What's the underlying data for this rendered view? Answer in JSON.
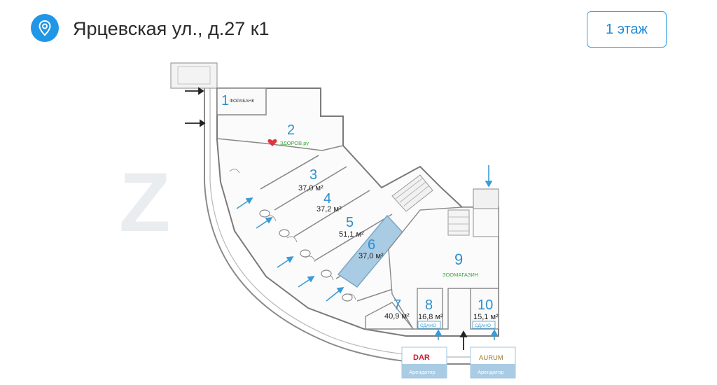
{
  "header": {
    "address": "Ярцевская ул., д.27 к1",
    "floor_button": "1 этаж",
    "pin_icon": "location-pin-icon"
  },
  "colors": {
    "accent": "#2196e6",
    "highlight_room": "#a9cbe3",
    "room_number": "#2c8fcf",
    "brand_green": "#3aa53a",
    "brand_red": "#e2343b"
  },
  "plan": {
    "rooms": [
      {
        "number": "1",
        "area": "",
        "tenant": "ФОРАБАНК"
      },
      {
        "number": "2",
        "area": "",
        "tenant": "ЗДОРОВ.ру"
      },
      {
        "number": "3",
        "area": "37,0 м²",
        "tenant": ""
      },
      {
        "number": "4",
        "area": "37,2 м²",
        "tenant": ""
      },
      {
        "number": "5",
        "area": "51,1 м²",
        "tenant": ""
      },
      {
        "number": "6",
        "area": "37,0 м²",
        "tenant": ""
      },
      {
        "number": "7",
        "area": "40,9 м²",
        "tenant": ""
      },
      {
        "number": "8",
        "area": "16,8 м²",
        "tenant": ""
      },
      {
        "number": "9",
        "area": "",
        "tenant": "ЗООМАГАЗИН"
      },
      {
        "number": "10",
        "area": "15,1 м²",
        "tenant": ""
      }
    ],
    "status_sold": "СДАНО",
    "tenant_cards": [
      {
        "brand": "DAR",
        "caption": "Арендатор"
      },
      {
        "brand": "AURUM",
        "caption": "Арендатор"
      }
    ]
  }
}
